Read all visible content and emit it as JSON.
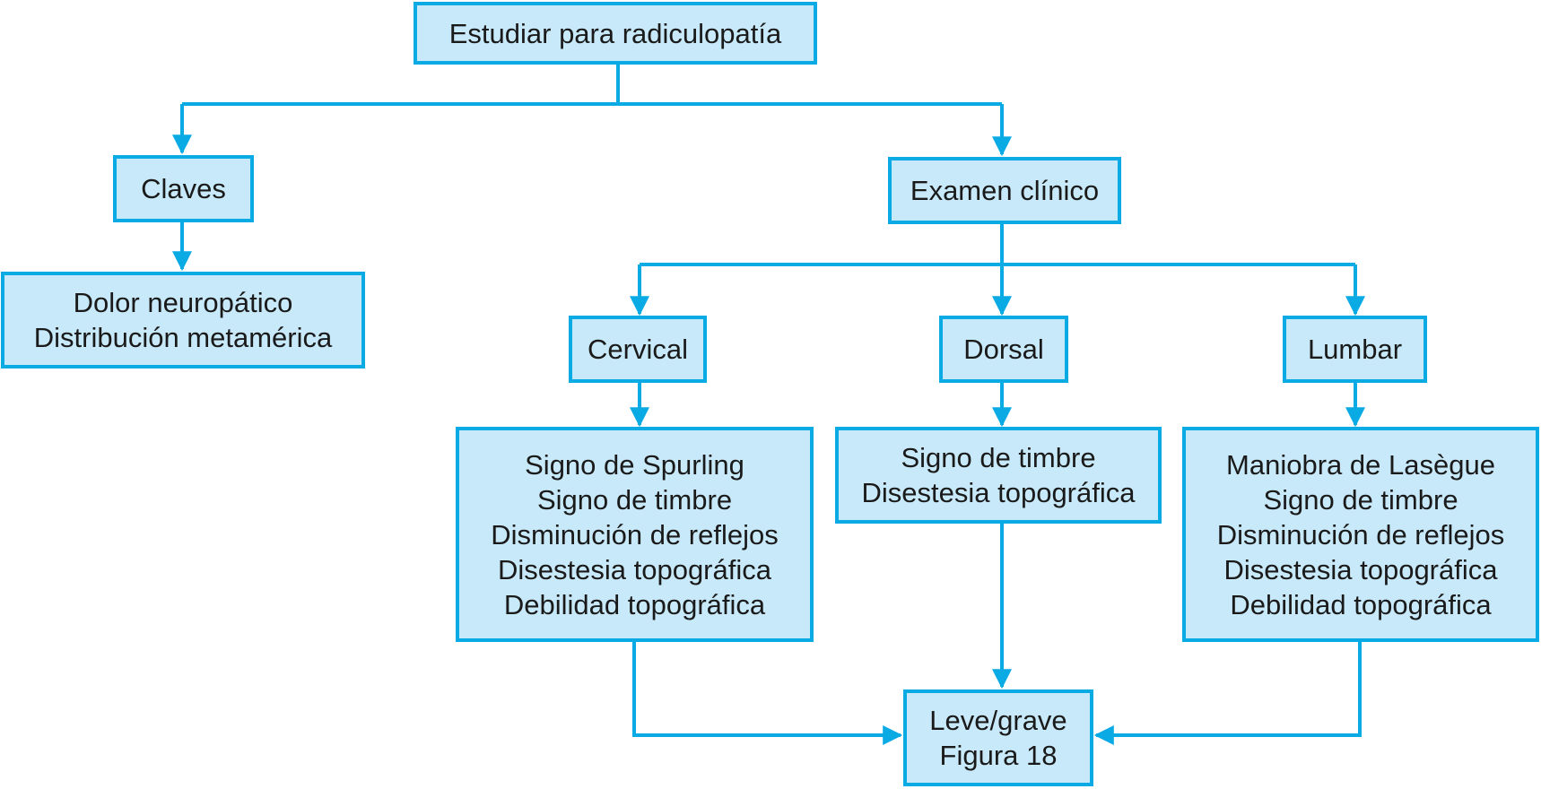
{
  "colors": {
    "accent": "#0aaae5",
    "fill": "#c8e9f9",
    "text": "#1a1a1a"
  },
  "nodes": {
    "root": {
      "lines": [
        "Estudiar para radiculopatía"
      ]
    },
    "claves": {
      "lines": [
        "Claves"
      ]
    },
    "claves_detail": {
      "lines": [
        "Dolor neuropático",
        "Distribución metamérica"
      ]
    },
    "examen": {
      "lines": [
        "Examen clínico"
      ]
    },
    "cervical": {
      "lines": [
        "Cervical"
      ]
    },
    "dorsal": {
      "lines": [
        "Dorsal"
      ]
    },
    "lumbar": {
      "lines": [
        "Lumbar"
      ]
    },
    "cervical_detail": {
      "lines": [
        "Signo de Spurling",
        "Signo de timbre",
        "Disminución de reflejos",
        "Disestesia topográfica",
        "Debilidad topográfica"
      ]
    },
    "dorsal_detail": {
      "lines": [
        "Signo de timbre",
        "Disestesia topográfica"
      ]
    },
    "lumbar_detail": {
      "lines": [
        "Maniobra de Lasègue",
        "Signo de timbre",
        "Disminución de reflejos",
        "Disestesia topográfica",
        "Debilidad topográfica"
      ]
    },
    "result": {
      "lines": [
        "Leve/grave",
        "Figura 18"
      ]
    }
  }
}
